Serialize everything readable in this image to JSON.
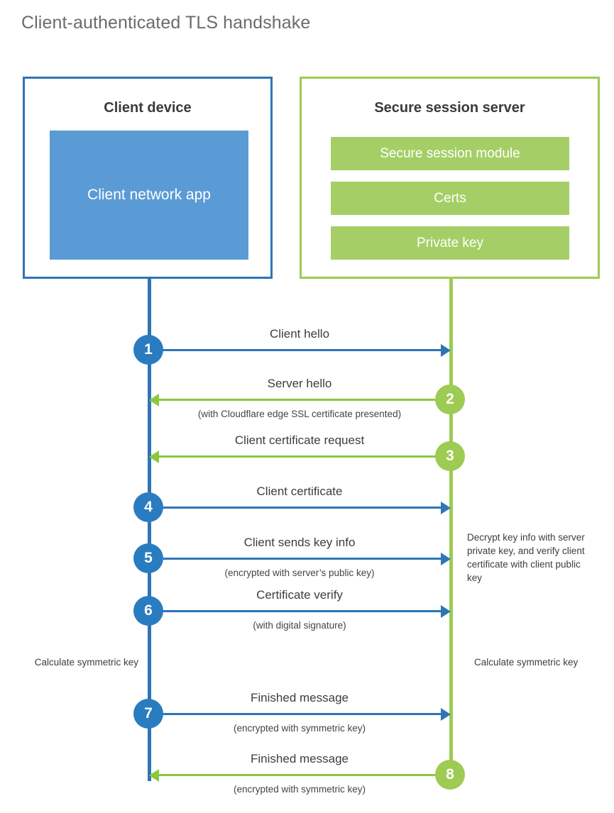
{
  "title": "Client-authenticated TLS handshake",
  "colors": {
    "client_blue": "#2e75b6",
    "client_badge_blue": "#2a7cc0",
    "client_app_fill": "#5b9bd5",
    "server_green": "#9dcb53",
    "server_item_fill": "#a5cf66",
    "arrow_green": "#8dc63f",
    "title_gray": "#6b6b6b",
    "text_dark": "#3d3d3d",
    "background": "#ffffff"
  },
  "client": {
    "title": "Client device",
    "app_label": "Client network app"
  },
  "server": {
    "title": "Secure session server",
    "items": [
      {
        "label": "Secure session module"
      },
      {
        "label": "Certs"
      },
      {
        "label": "Private key"
      }
    ]
  },
  "steps": [
    {
      "number": "1",
      "direction": "to-server",
      "label": "Client hello",
      "sub": ""
    },
    {
      "number": "2",
      "direction": "to-client",
      "label": "Server hello",
      "sub": "(with Cloudflare edge SSL certificate presented)"
    },
    {
      "number": "3",
      "direction": "to-client",
      "label": "Client certificate request",
      "sub": ""
    },
    {
      "number": "4",
      "direction": "to-server",
      "label": "Client certificate",
      "sub": ""
    },
    {
      "number": "5",
      "direction": "to-server",
      "label": "Client sends key info",
      "sub": "(encrypted with server’s public key)"
    },
    {
      "number": "6",
      "direction": "to-server",
      "label": "Certificate verify",
      "sub": "(with digital signature)"
    },
    {
      "number": "7",
      "direction": "to-server",
      "label": "Finished message",
      "sub": "(encrypted with symmetric key)"
    },
    {
      "number": "8",
      "direction": "to-client",
      "label": "Finished message",
      "sub": "(encrypted with symmetric key)"
    }
  ],
  "notes": {
    "server_decrypt": "Decrypt key info with server private key, and verify client certificate with client public key",
    "client_calculate": "Calculate symmetric key",
    "server_calculate": "Calculate symmetric key"
  }
}
